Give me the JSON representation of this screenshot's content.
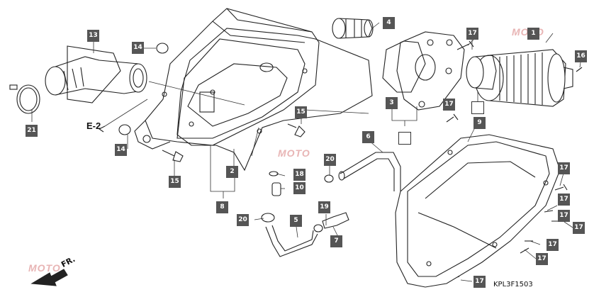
{
  "diagram": {
    "part_code": "KPL3F1503",
    "reference_label": "E-2",
    "direction_label": "FR.",
    "watermark": "MOTO",
    "part_numbers": {
      "p1": "1",
      "p2": "2",
      "p3": "3",
      "p4": "4",
      "p5": "5",
      "p6": "6",
      "p7": "7",
      "p8": "8",
      "p9": "9",
      "p10": "10",
      "p13": "13",
      "p14a": "14",
      "p14b": "14",
      "p15a": "15",
      "p15b": "15",
      "p16": "16",
      "p17a": "17",
      "p17b": "17",
      "p17c": "17",
      "p17d": "17",
      "p17e": "17",
      "p17f": "17",
      "p17g": "17",
      "p17h": "17",
      "p17i": "17",
      "p18": "18",
      "p19": "19",
      "p20a": "20",
      "p20b": "20",
      "p21": "21"
    },
    "colors": {
      "tag_bg": "#555555",
      "line": "#222222",
      "watermark": "#e8b5b5"
    }
  }
}
